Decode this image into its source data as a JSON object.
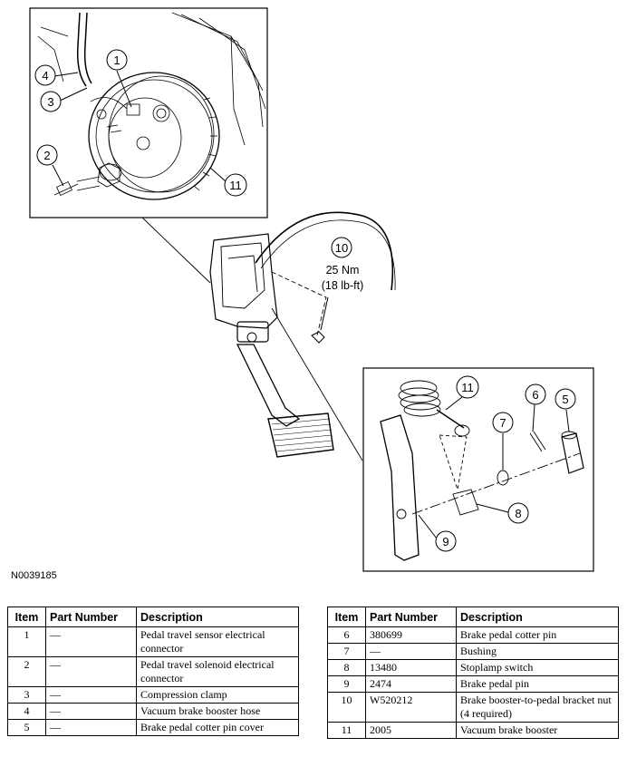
{
  "figure_id": "N0039185",
  "torque_note": {
    "line1": "25 Nm",
    "line2": "(18 lb-ft)"
  },
  "callouts": [
    "1",
    "2",
    "3",
    "4",
    "5",
    "6",
    "7",
    "8",
    "9",
    "10",
    "11"
  ],
  "table_headers": {
    "item": "Item",
    "part_number": "Part Number",
    "description": "Description"
  },
  "table_left": [
    {
      "item": "1",
      "part": "—",
      "desc": "Pedal travel sensor electrical connector"
    },
    {
      "item": "2",
      "part": "—",
      "desc": "Pedal travel solenoid electrical connector"
    },
    {
      "item": "3",
      "part": "—",
      "desc": "Compression clamp"
    },
    {
      "item": "4",
      "part": "—",
      "desc": "Vacuum brake booster hose"
    },
    {
      "item": "5",
      "part": "—",
      "desc": "Brake pedal cotter pin cover"
    }
  ],
  "table_right": [
    {
      "item": "6",
      "part": "380699",
      "desc": "Brake pedal cotter pin"
    },
    {
      "item": "7",
      "part": "—",
      "desc": "Bushing"
    },
    {
      "item": "8",
      "part": "13480",
      "desc": "Stoplamp switch"
    },
    {
      "item": "9",
      "part": "2474",
      "desc": "Brake pedal pin"
    },
    {
      "item": "10",
      "part": "W520212",
      "desc": "Brake booster-to-pedal bracket nut (4 required)"
    },
    {
      "item": "11",
      "part": "2005",
      "desc": "Vacuum brake booster"
    }
  ]
}
